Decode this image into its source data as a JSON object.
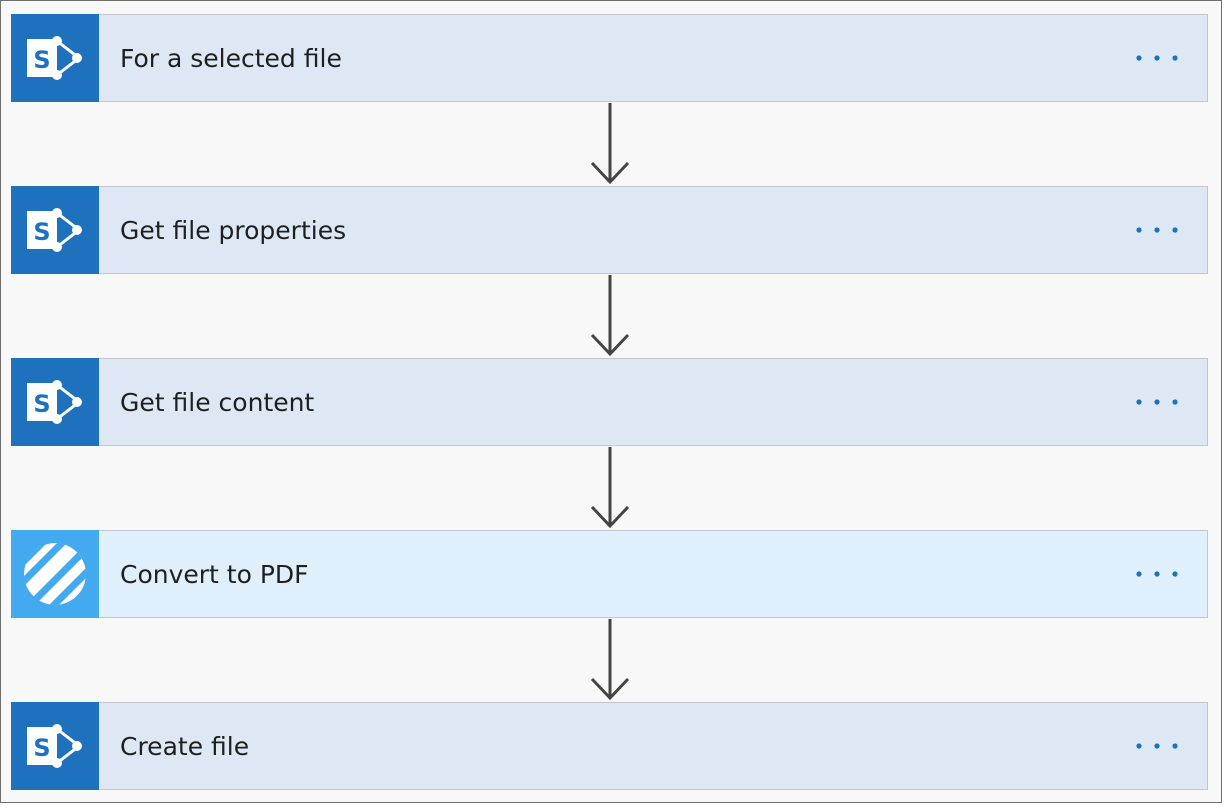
{
  "colors": {
    "sharepoint_blue": "#1e72bd",
    "convert_blue": "#43aaf0",
    "card_sharepoint": "#dde8f4",
    "card_convert": "#dfeffc",
    "more_dots": "#1e72bd",
    "arrow": "#444444"
  },
  "steps": [
    {
      "label": "For a selected file",
      "icon": "sharepoint-icon"
    },
    {
      "label": "Get file properties",
      "icon": "sharepoint-icon"
    },
    {
      "label": "Get file content",
      "icon": "sharepoint-icon"
    },
    {
      "label": "Convert to PDF",
      "icon": "striped-circle-icon"
    },
    {
      "label": "Create file",
      "icon": "sharepoint-icon"
    }
  ],
  "more_icon": "more-options-icon"
}
